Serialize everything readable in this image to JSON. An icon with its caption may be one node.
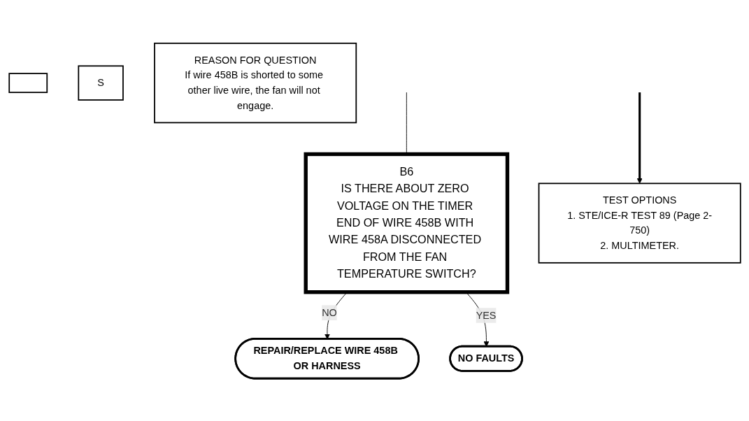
{
  "diagram": {
    "nodes": [
      {
        "text": [],
        "shape": "box"
      },
      {
        "text": [
          "S"
        ]
      },
      {
        "text": [
          "B6",
          "IS THERE ABOUT ZERO VOLTAGE ON THE TIMER END OF WIRE 458B WITH WIRE 458A DISCONNECTED FROM THE FAN TEMPERATURE SWITCH?"
        ]
      },
      {
        "text": [
          "TEST OPTIONS",
          "1. STE/ICE-R TEST 89 (Page 2-750)",
          "2. MULTIMETER."
        ]
      },
      {
        "text": [
          "REASON FOR QUESTION",
          "If wire 458B is shorted to some other live wire, the fan will not engage."
        ]
      },
      {
        "text": [
          "REPAIR/REPLACE WIRE 458B OR HARNESS"
        ]
      },
      {
        "text": [
          "NO FAULTS"
        ]
      }
    ],
    "edges": [
      {
        "from": null,
        "to": 2,
        "arrow": "none"
      },
      {
        "from": 2,
        "to": 5,
        "arrow": "to",
        "label": "NO"
      },
      {
        "from": 2,
        "to": 6,
        "arrow": "to",
        "label": "YES"
      },
      {
        "from": null,
        "to": 3,
        "arrow": "to",
        "style": "thick"
      }
    ]
  }
}
